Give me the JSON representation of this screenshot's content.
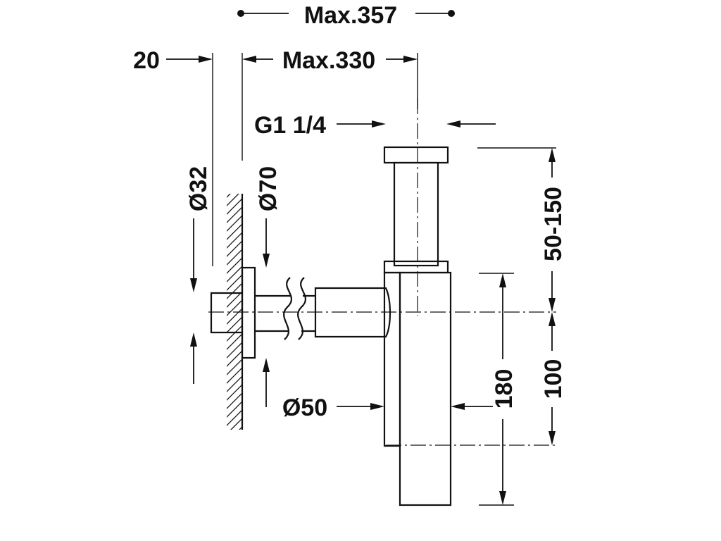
{
  "dimensions": {
    "max_357": "Max.357",
    "max_330": "Max.330",
    "wall_offset": "20",
    "thread": "G1 1/4",
    "dia_32": "Ø32",
    "dia_70": "Ø70",
    "dia_50": "Ø50",
    "height_adjust": "50-150",
    "height_180": "180",
    "height_100": "100"
  }
}
